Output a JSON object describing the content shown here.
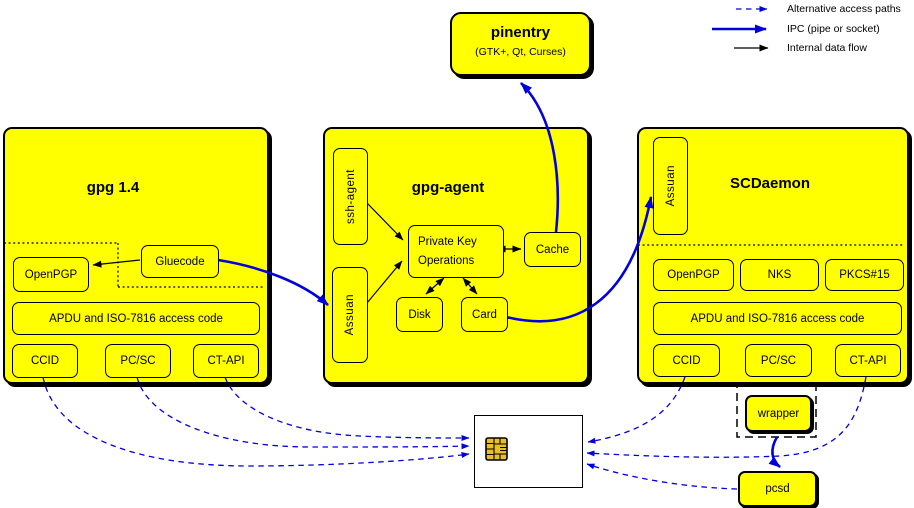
{
  "legend": {
    "items": [
      {
        "label": "Alternative access paths",
        "style": "dashed-blue"
      },
      {
        "label": "IPC (pipe or socket)",
        "style": "solid-blue-thick"
      },
      {
        "label": "Internal data flow",
        "style": "solid-black-thin"
      }
    ]
  },
  "pinentry": {
    "title": "pinentry",
    "subtitle": "(GTK+, Qt, Curses)"
  },
  "gpg14": {
    "title": "gpg 1.4",
    "openpgp": "OpenPGP",
    "gluecode": "Gluecode",
    "apdu": "APDU and ISO-7816 access code",
    "ccid": "CCID",
    "pcsc": "PC/SC",
    "ctapi": "CT-API"
  },
  "agent": {
    "title": "gpg-agent",
    "ssh": "ssh-agent",
    "assuan": "Assuan",
    "pko1": "Private Key",
    "pko2": "Operations",
    "cache": "Cache",
    "disk": "Disk",
    "card": "Card"
  },
  "scd": {
    "title": "SCDaemon",
    "assuan": "Assuan",
    "openpgp": "OpenPGP",
    "nks": "NKS",
    "pkcs15": "PKCS#15",
    "apdu": "APDU and ISO-7816 access code",
    "ccid": "CCID",
    "pcsc": "PC/SC",
    "ctapi": "CT-API"
  },
  "wrapper": {
    "label": "wrapper"
  },
  "pcsd": {
    "label": "pcsd"
  },
  "colors": {
    "box_fill": "#FFFF00",
    "line_blue": "#0000DD",
    "line_black": "#000000",
    "chip_gold": "#E8C020",
    "card_fill": "#FFFFFF"
  }
}
